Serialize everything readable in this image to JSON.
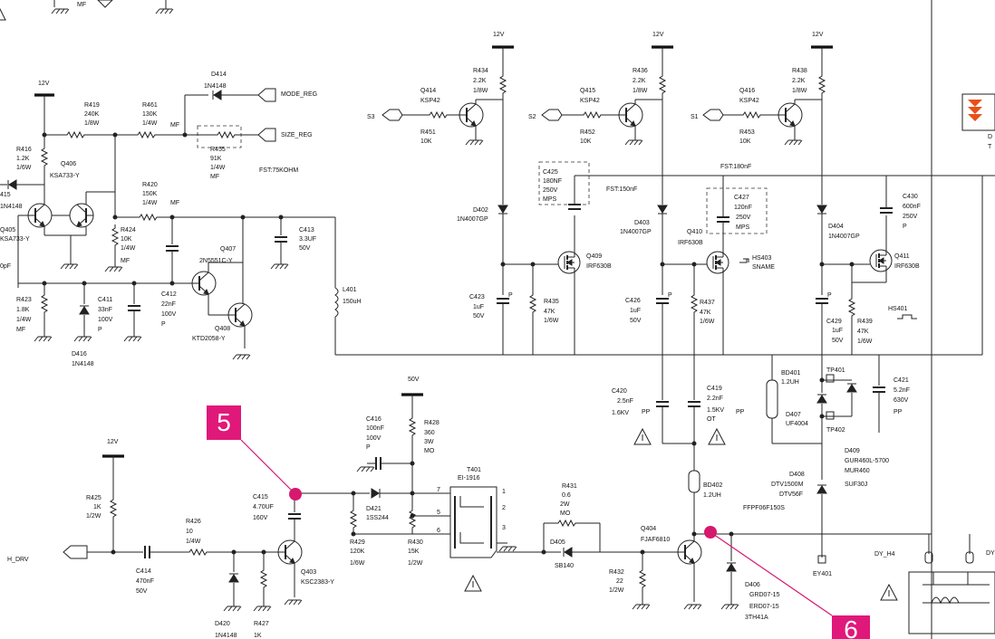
{
  "callouts": {
    "c5": "5",
    "c6": "6"
  },
  "colors": {
    "callout": "#e0187a",
    "wire": "#222222",
    "warning_badge": "#e8501a"
  },
  "rails": {
    "r12v": "12V",
    "r50v": "50V"
  },
  "top_clip": {
    "t1": "MF"
  },
  "nets": {
    "mode_reg": "MODE_REG",
    "size_reg": "SIZE_REG",
    "fst75": "FST:75KOHM",
    "fst150": "FST:150nF",
    "fst180": "FST:180nF",
    "s1": "S1",
    "s2": "S2",
    "s3": "S3",
    "h_drv": "H_DRV",
    "dy_h4": "DY_H4",
    "dy_clip": "DY",
    "d_clip": "D",
    "t_clip": "T"
  },
  "labels": {
    "d414": "D414",
    "in4148": "1N4148",
    "r455": "R455",
    "k91": "91K",
    "w14": "1/4W",
    "mf": "MF",
    "r419": "R419",
    "k240": "240K",
    "w18": "1/8W",
    "r461": "R461",
    "k130": "130K",
    "r416": "R416",
    "k12": "1.2K",
    "w16": "1/6W",
    "d415": "415",
    "in4148b": "1N4148",
    "q406": "Q406",
    "ksa733": "KSA733-Y",
    "q405": "Q405",
    "ksa733b": "KSA733-Y",
    "r420": "R420",
    "k150": "150K",
    "w14b": "1/4W",
    "mfb": "MF",
    "r424": "R424",
    "k10": "10K",
    "w14c": "1/4W",
    "mfc": "MF",
    "opf": "0pF",
    "r423": "R423",
    "k18": "1.8K",
    "w14d": "1/4W",
    "mfd": "MF",
    "c411": "C411",
    "nf33": "33nF",
    "v100": "100V",
    "p": "P",
    "c412": "C412",
    "nf22": "22nF",
    "v100b": "100V",
    "pb": "P",
    "q407": "Q407",
    "n2n5551": "2N5551C-Y",
    "q408": "Q408",
    "ktd2058": "KTD2058-Y",
    "d416": "D416",
    "in4148c": "1N4148",
    "c413": "C413",
    "uf33": "3.3UF",
    "v50": "50V",
    "l401": "L401",
    "uh150": "150uH",
    "r434": "R434",
    "k22": "2.2K",
    "w18b": "1/8W",
    "q414": "Q414",
    "ksp42": "KSP42",
    "r451": "R451",
    "k10b": "10K",
    "r436": "R436",
    "k22b": "2.2K",
    "w18c": "1/8W",
    "q415": "Q415",
    "ksp42b": "KSP42",
    "r452": "R452",
    "k10c": "10K",
    "r438": "R438",
    "k22c": "2.2K",
    "w18d": "1/8W",
    "q416": "Q416",
    "ksp42c": "KSP42",
    "r453": "R453",
    "k10d": "10K",
    "c425": "C425",
    "nf180": "180NF",
    "v250": "250V",
    "mps": "MPS",
    "c427": "C427",
    "nf120": "120nF",
    "v250b": "250V",
    "mpsb": "MPS",
    "c430": "C430",
    "nf600": "600nF",
    "v250c": "250V",
    "pc": "P",
    "d402": "D402",
    "in4007": "1N4007GP",
    "d403": "D403",
    "in4007b": "1N4007GP",
    "d404": "D404",
    "in4007c": "1N4007GP",
    "q409": "Q409",
    "irf630": "IRF630B",
    "q410": "Q410",
    "irf630b": "IRF630B",
    "q411": "Q411",
    "irf630c": "IRF630B",
    "hs403": "HS403",
    "sname": "SNAME",
    "c423": "C423",
    "uf1": "1uF",
    "v50b": "50V",
    "r435": "R435",
    "k47": "47K",
    "w16b": "1/6W",
    "c426": "C426",
    "uf1b": "1uF",
    "v50c": "50V",
    "r437": "R437",
    "k47b": "47K",
    "w16c": "1/6W",
    "c429": "C429",
    "uf1c": "1uF",
    "v50d": "50V",
    "r439": "R439",
    "k47c": "47K",
    "w16d": "1/6W",
    "hs401": "HS401",
    "c420": "C420",
    "nf25": "2.5nF",
    "kv16": "1.6KV",
    "pp": "PP",
    "c419": "C419",
    "nf22b": "2.2nF",
    "kv15": "1.5KV",
    "ot": "OT",
    "ppb": "PP",
    "bd401": "BD401",
    "uh12": "1.2UH",
    "tp401": "TP401",
    "tp402": "TP402",
    "d407": "D407",
    "uf4004": "UF4004",
    "c421": "C421",
    "nf52": "5.2nF",
    "v630": "630V",
    "ppc": "PP",
    "d409": "D409",
    "gur460": "GUR460L-5700",
    "mur460": "MUR460",
    "suf30j": "SUF30J",
    "bd402": "BD402",
    "uh12b": "1.2UH",
    "d408": "D408",
    "dtv1500": "DTV1500M",
    "dtv56f": "DTV56F",
    "ffpf": "FFPF06F150S",
    "c416": "C416",
    "nf100": "100nF",
    "v100c": "100V",
    "pd": "P",
    "r428": "R428",
    "r360": "360",
    "w3": "3W",
    "mo": "MO",
    "t401": "T401",
    "ei1916": "EI-1916",
    "c415": "C415",
    "uf47": "4.70UF",
    "v160": "160V",
    "d421": "D421",
    "ss244": "1SS244",
    "r429": "R429",
    "k120": "120K",
    "w16e": "1/6W",
    "r430": "R430",
    "k15": "15K",
    "w12": "1/2W",
    "r431": "R431",
    "r06": "0.6",
    "w2": "2W",
    "mob": "MO",
    "d405": "D405",
    "sb140": "SB140",
    "r432": "R432",
    "r22": "22",
    "w12b": "1/2W",
    "q404": "Q404",
    "fjaf6810": "FJAF6810",
    "d406": "D406",
    "grd07": "GRD07-15",
    "erd07": "ERD07-15",
    "th41a": "3TH41A",
    "ey401": "EY401",
    "r425": "R425",
    "k1": "1K",
    "w12c": "1/2W",
    "r426": "R426",
    "r10": "10",
    "w14e": "1/4W",
    "c414": "C414",
    "nf470": "470nF",
    "v50e": "50V",
    "q403": "Q403",
    "ksc2383": "KSC2383-Y",
    "d420": "D420",
    "in4148d": "1N4148",
    "r427": "R427",
    "k1b": "1K",
    "pin1": "1",
    "pin2": "2",
    "pin3": "3",
    "pin5": "5",
    "pin6": "6",
    "pin7": "7"
  }
}
